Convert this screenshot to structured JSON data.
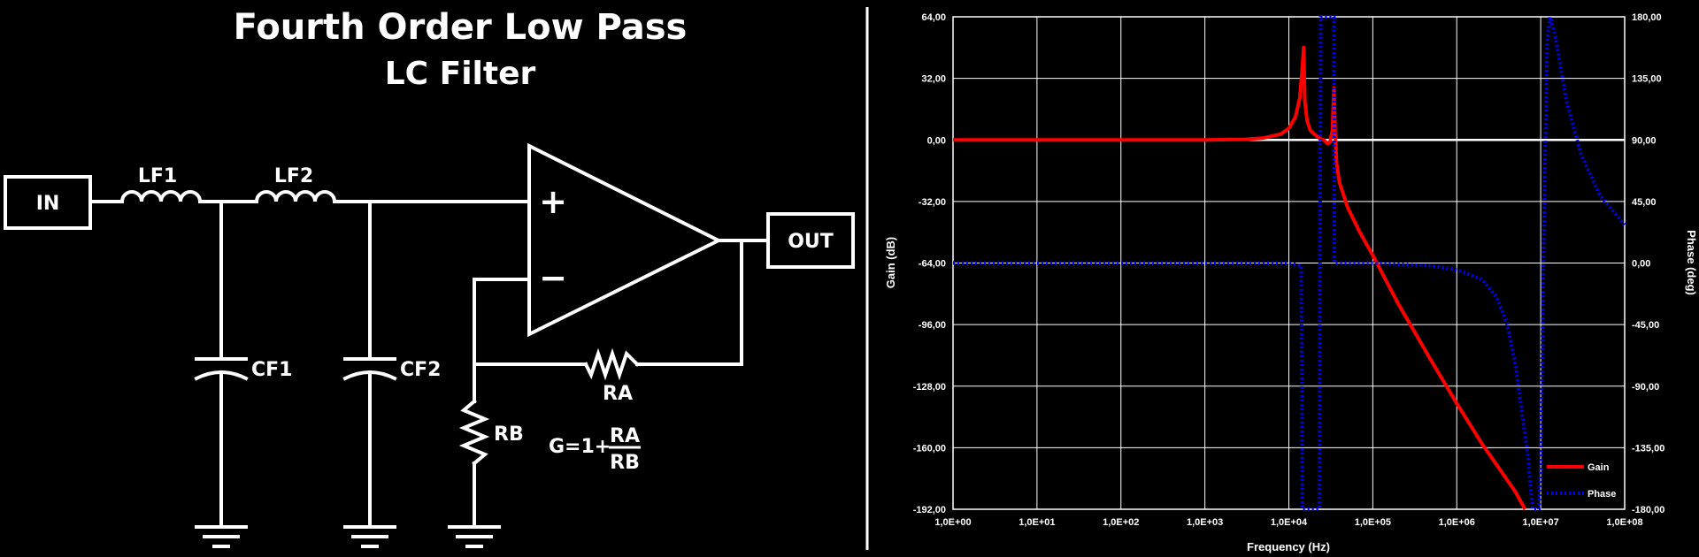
{
  "schematic": {
    "title_line1": "Fourth Order Low Pass",
    "title_line2": "LC Filter",
    "input_label": "IN",
    "output_label": "OUT",
    "inductor1": "LF1",
    "inductor2": "LF2",
    "capacitor1": "CF1",
    "capacitor2": "CF2",
    "resistor_a": "RA",
    "resistor_b": "RB",
    "plus_sign": "+",
    "minus_sign": "−",
    "gain_formula_prefix": "G=1+",
    "gain_formula_num": "RA",
    "gain_formula_den": "RB"
  },
  "chart_data": {
    "type": "line",
    "xlabel": "Frequency (Hz)",
    "ylabel_left": "Gain (dB)",
    "ylabel_right": "Phase (deg)",
    "x_scale": "log",
    "xlim": [
      1,
      100000000
    ],
    "ylim_left": [
      -192,
      64
    ],
    "ylim_right": [
      -180,
      180
    ],
    "x_ticks": [
      "1,0E+00",
      "1,0E+01",
      "1,0E+02",
      "1,0E+03",
      "1,0E+04",
      "1,0E+05",
      "1,0E+06",
      "1,0E+07",
      "1,0E+08"
    ],
    "y_ticks_left": [
      "64,00",
      "32,00",
      "0,00",
      "-32,00",
      "-64,00",
      "-96,00",
      "-128,00",
      "-160,00",
      "-192,00"
    ],
    "y_ticks_right": [
      "180,00",
      "135,00",
      "90,00",
      "45,00",
      "0,00",
      "-45,00",
      "-90,00",
      "-135,00",
      "-180,00"
    ],
    "grid": true,
    "legend_position": "bottom-right",
    "series": [
      {
        "name": "Gain",
        "axis": "left",
        "color": "#ff0000",
        "style": "solid",
        "x": [
          1,
          10,
          100,
          1000,
          3000,
          5000,
          8000,
          10000,
          12000,
          13500,
          14500,
          15000,
          15500,
          16500,
          18000,
          20000,
          23000,
          26000,
          29000,
          31000,
          33000,
          34500,
          35500,
          37000,
          40000,
          50000,
          70000,
          100000,
          200000,
          500000,
          1000000,
          2000000,
          5000000,
          6500000
        ],
        "y": [
          0,
          0,
          0,
          0,
          0.3,
          1,
          3,
          6,
          12,
          22,
          38,
          48,
          20,
          10,
          5,
          3,
          1,
          0,
          -2,
          -1,
          5,
          27,
          4,
          -12,
          -22,
          -35,
          -48,
          -60,
          -85,
          -115,
          -137,
          -158,
          -183,
          -192
        ]
      },
      {
        "name": "Phase",
        "axis": "right",
        "color": "#0000ff",
        "style": "dotted",
        "x": [
          1,
          10,
          100,
          1000,
          10000,
          14000,
          14500,
          15000,
          16000,
          20000,
          23000,
          24000,
          25500,
          30000,
          33000,
          34500,
          35000,
          36000,
          50000,
          100000,
          500000,
          1000000,
          2000000,
          3000000,
          4000000,
          5000000,
          6000000,
          7000000,
          8000000,
          9500000,
          10000000,
          11000000,
          12000000,
          13000000,
          15000000,
          20000000,
          30000000,
          50000000,
          100000000
        ],
        "y": [
          0,
          0,
          0,
          0,
          0,
          -2,
          -180,
          -180,
          -180,
          -180,
          -180,
          180,
          180,
          180,
          180,
          180,
          0,
          0,
          0,
          0,
          -2,
          -5,
          -12,
          -25,
          -45,
          -75,
          -110,
          -140,
          -180,
          -180,
          -150,
          40,
          165,
          180,
          165,
          120,
          80,
          50,
          28
        ]
      }
    ]
  }
}
